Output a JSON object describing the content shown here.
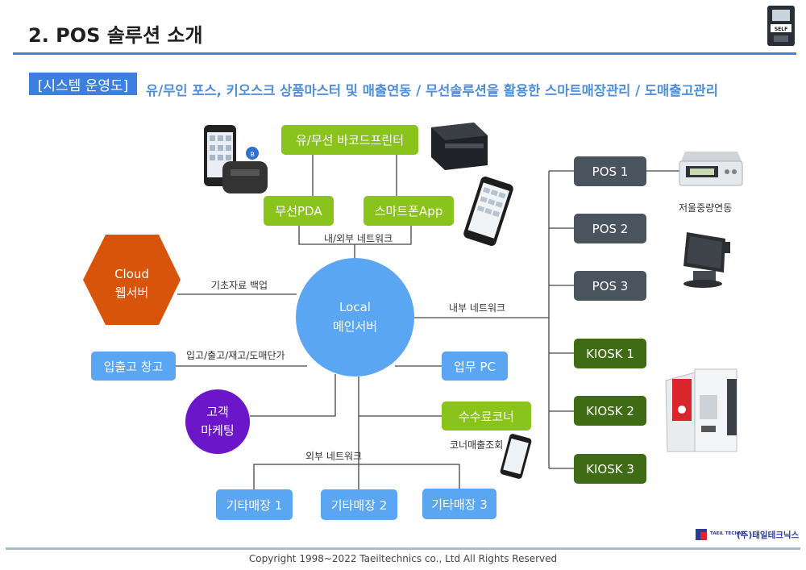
{
  "header": {
    "title": "2. POS 솔루션 소개",
    "system_label": "[시스템 운영도]",
    "subtitle": "유/무인 포스, 키오스크 상품마스터 및 매출연동 / 무선솔루션을 활용한 스마트매장관리 / 도매출고관리"
  },
  "nodes": {
    "printer": "유/무선 바코드프린터",
    "pda": "무선PDA",
    "smartphone_app": "스마트폰App",
    "cloud_1": "Cloud",
    "cloud_2": "웹서버",
    "server_1": "Local",
    "server_2": "메인서버",
    "warehouse": "입출고 창고",
    "marketing_1": "고객",
    "marketing_2": "마케팅",
    "work_pc": "업무 PC",
    "fee_corner": "수수료코너",
    "pos_1": "POS 1",
    "pos_2": "POS 2",
    "pos_3": "POS 3",
    "kiosk_1": "KIOSK 1",
    "kiosk_2": "KIOSK 2",
    "kiosk_3": "KIOSK 3",
    "store_1": "기타매장 1",
    "store_2": "기타매장 2",
    "store_3": "기타매장 3"
  },
  "edge_labels": {
    "inner_outer_network": "내/외부 네트워크",
    "basic_backup": "기초자료 백업",
    "internal_network": "내부 네트워크",
    "inventory": "입고/출고/재고/도매단가",
    "external_network": "외부 네트워크",
    "corner_sales": "코너매출조회",
    "scale_link": "저울중량연동"
  },
  "device_labels": {
    "bluetooth_symbol": "ʙ",
    "kiosk_badge": "SELF"
  },
  "footer": {
    "copyright": "Copyright 1998~2022 Taeiltechnics co., Ltd All Rights Reserved",
    "brand": "(주)태일테크닉스",
    "brand_logo_text": "TAEIL TECHNIC"
  },
  "colors": {
    "accent_blue": "#3d7fe0",
    "node_green": "#8bc31d",
    "pos_gray": "#4a545e",
    "kiosk_green": "#3f6b14",
    "server_blue": "#5aa6f2",
    "cloud_orange": "#d9540b",
    "marketing_purple": "#6b17c9"
  }
}
